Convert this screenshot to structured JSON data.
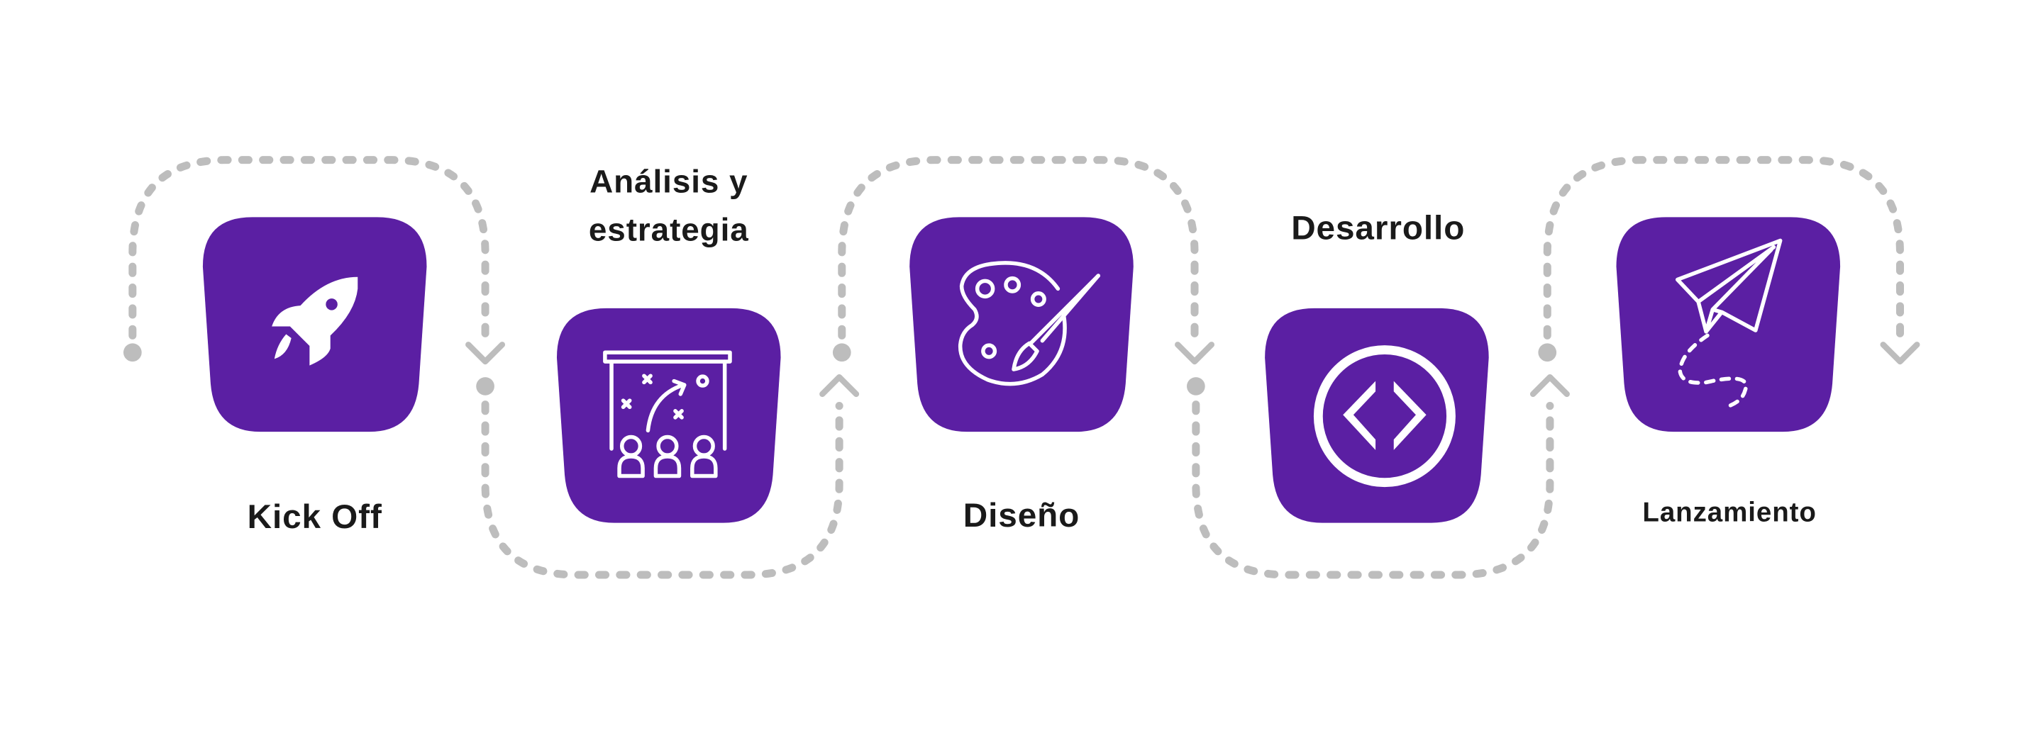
{
  "colors": {
    "card": "#5b1fa3",
    "connector": "#bdbdbd",
    "text": "#1a1a1a",
    "icon": "#ffffff"
  },
  "steps": [
    {
      "label": "Kick Off",
      "icon": "rocket-icon"
    },
    {
      "label_line1": "Análisis y",
      "label_line2": "estrategia",
      "icon": "strategy-board-icon"
    },
    {
      "label": "Diseño",
      "icon": "palette-icon"
    },
    {
      "label": "Desarrollo",
      "icon": "code-icon"
    },
    {
      "label": "Lanzamiento",
      "icon": "paper-plane-icon"
    }
  ]
}
